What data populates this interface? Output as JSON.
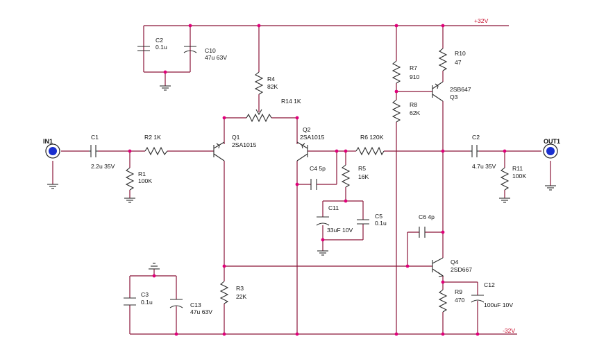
{
  "rails": {
    "positive": "+32V",
    "negative": "-32V"
  },
  "ports": {
    "input": "IN1",
    "output": "OUT1"
  },
  "components": {
    "C1": {
      "ref": "C1",
      "value": "2.2u 35V"
    },
    "C2_input_decoupling": {
      "ref": "C2",
      "value": "0.1u"
    },
    "C2_output": {
      "ref": "C2",
      "value": "4.7u 35V"
    },
    "C3": {
      "ref": "C3",
      "value": "0.1u"
    },
    "C4": {
      "ref": "C4 5p"
    },
    "C5": {
      "ref": "C5",
      "value": "0.1u"
    },
    "C6": {
      "ref": "C6 4p"
    },
    "C10": {
      "ref": "C10",
      "value": "47u 63V"
    },
    "C11": {
      "ref": "C11",
      "value": "33uF 10V"
    },
    "C12": {
      "ref": "C12",
      "value": "100uF 10V"
    },
    "C13": {
      "ref": "C13",
      "value": "47u 63V"
    },
    "R1": {
      "ref": "R1",
      "value": "100K"
    },
    "R2": {
      "ref": "R2 1K"
    },
    "R3": {
      "ref": "R3",
      "value": "22K"
    },
    "R4": {
      "ref": "R4",
      "value": "82K"
    },
    "R5": {
      "ref": "R5",
      "value": "16K"
    },
    "R6": {
      "ref": "R6 120K"
    },
    "R7": {
      "ref": "R7",
      "value": "910"
    },
    "R8": {
      "ref": "R8",
      "value": "62K"
    },
    "R9": {
      "ref": "R9",
      "value": "470"
    },
    "R10": {
      "ref": "R10",
      "value": "47"
    },
    "R11": {
      "ref": "R11",
      "value": "100K"
    },
    "R14": {
      "ref": "R14 1K"
    },
    "Q1": {
      "ref": "Q1",
      "part": "2SA1015"
    },
    "Q2": {
      "ref": "Q2",
      "part": "2SA1015"
    },
    "Q3": {
      "ref": "2SB647",
      "part": "Q3"
    },
    "Q4": {
      "ref": "Q4",
      "part": "2SD667"
    }
  },
  "colors": {
    "wire": "#8a1538",
    "junction": "#e0007a",
    "port": "#1a2fcf",
    "rail_label": "#c8102e",
    "component": "#2b2b2b"
  }
}
